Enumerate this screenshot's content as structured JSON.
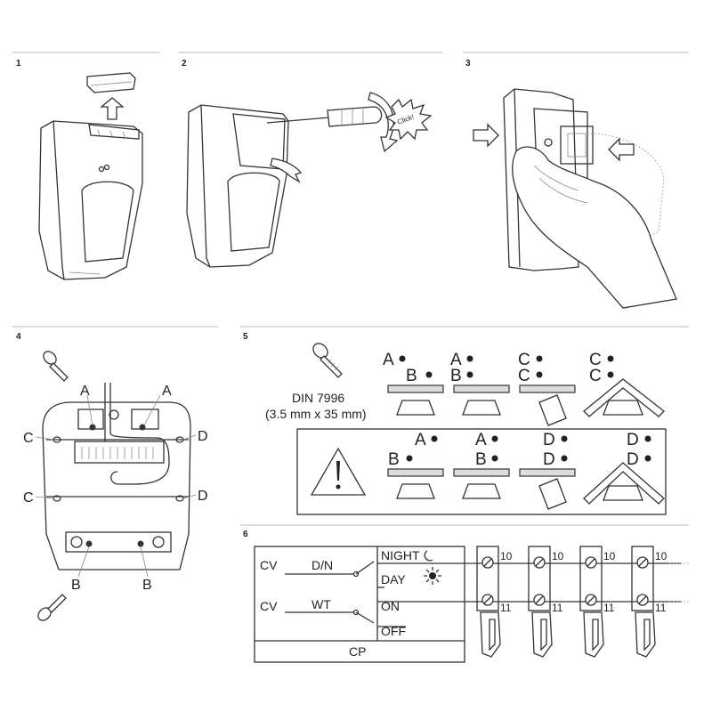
{
  "steps": {
    "s1": "1",
    "s2": "2",
    "s3": "3",
    "s4": "4",
    "s5": "5",
    "s6": "6"
  },
  "step2": {
    "click_text": "Click!"
  },
  "step4": {
    "labels": {
      "a1": "A",
      "a2": "A",
      "c1": "C",
      "c2": "C",
      "d1": "D",
      "d2": "D",
      "b1": "B",
      "b2": "B"
    }
  },
  "step5": {
    "screw_spec": "DIN 7996",
    "screw_size": "(3.5 mm x 35 mm)",
    "top_row": [
      {
        "l1": "A",
        "l2": "B"
      },
      {
        "l1": "A",
        "l2": "B"
      },
      {
        "l1": "C",
        "l2": "C"
      },
      {
        "l1": "C",
        "l2": "C"
      }
    ],
    "bottom_row": [
      {
        "l1": "A",
        "l2": "B"
      },
      {
        "l1": "A",
        "l2": "B"
      },
      {
        "l1": "D",
        "l2": "D"
      },
      {
        "l1": "D",
        "l2": "D"
      }
    ]
  },
  "step6": {
    "cv1": "CV",
    "dn": "D/N",
    "night": "NIGHT",
    "day": "DAY",
    "cv2": "CV",
    "wt": "WT",
    "on": "ON",
    "off": "OFF",
    "cp": "CP",
    "terminals": [
      {
        "t1": "10",
        "t2": "11"
      },
      {
        "t1": "10",
        "t2": "11"
      },
      {
        "t1": "10",
        "t2": "11"
      },
      {
        "t1": "10",
        "t2": "11"
      }
    ]
  }
}
